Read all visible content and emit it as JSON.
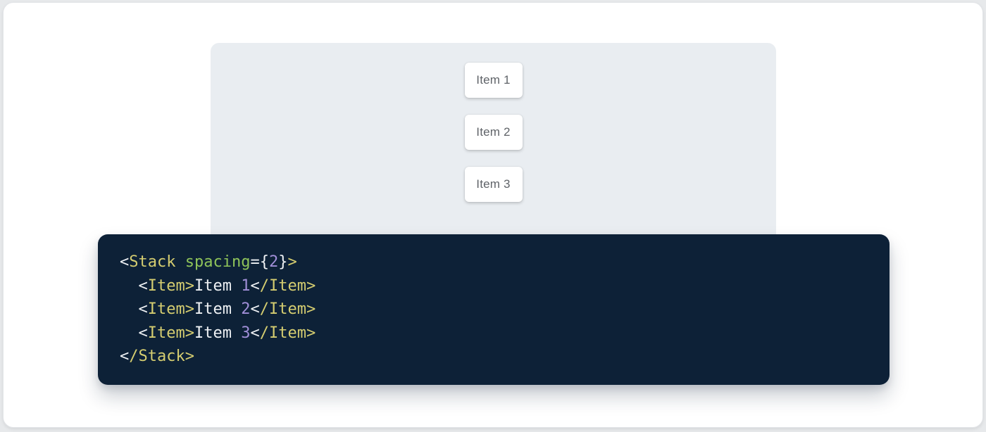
{
  "page": {
    "background": "#e7e9eb",
    "card_background": "#ffffff"
  },
  "demo": {
    "panel_background": "#e9edf1",
    "items": [
      {
        "label": "Item 1"
      },
      {
        "label": "Item 2"
      },
      {
        "label": "Item 3"
      }
    ]
  },
  "code": {
    "language": "jsx",
    "background": "#0d2137",
    "source": "<Stack spacing={2}>\n  <Item>Item 1</Item>\n  <Item>Item 2</Item>\n  <Item>Item 3</Item>\n</Stack>",
    "token_colors": {
      "punctuation": "#eef1f4",
      "plain": "#eef1f4",
      "tag": "#d5cd70",
      "attr_name": "#8fc45a",
      "number": "#a18fd8"
    },
    "lines": [
      [
        {
          "t": "<",
          "c": "punctuation"
        },
        {
          "t": "Stack",
          "c": "tag"
        },
        {
          "t": " ",
          "c": "plain"
        },
        {
          "t": "spacing",
          "c": "attr_name"
        },
        {
          "t": "=",
          "c": "punctuation"
        },
        {
          "t": "{",
          "c": "punctuation"
        },
        {
          "t": "2",
          "c": "number"
        },
        {
          "t": "}",
          "c": "punctuation"
        },
        {
          "t": ">",
          "c": "tag"
        }
      ],
      [
        {
          "t": "  ",
          "c": "plain"
        },
        {
          "t": "<",
          "c": "punctuation"
        },
        {
          "t": "Item",
          "c": "tag"
        },
        {
          "t": ">",
          "c": "tag"
        },
        {
          "t": "Item ",
          "c": "plain"
        },
        {
          "t": "1",
          "c": "number"
        },
        {
          "t": "<",
          "c": "punctuation"
        },
        {
          "t": "/Item",
          "c": "tag"
        },
        {
          "t": ">",
          "c": "tag"
        }
      ],
      [
        {
          "t": "  ",
          "c": "plain"
        },
        {
          "t": "<",
          "c": "punctuation"
        },
        {
          "t": "Item",
          "c": "tag"
        },
        {
          "t": ">",
          "c": "tag"
        },
        {
          "t": "Item ",
          "c": "plain"
        },
        {
          "t": "2",
          "c": "number"
        },
        {
          "t": "<",
          "c": "punctuation"
        },
        {
          "t": "/Item",
          "c": "tag"
        },
        {
          "t": ">",
          "c": "tag"
        }
      ],
      [
        {
          "t": "  ",
          "c": "plain"
        },
        {
          "t": "<",
          "c": "punctuation"
        },
        {
          "t": "Item",
          "c": "tag"
        },
        {
          "t": ">",
          "c": "tag"
        },
        {
          "t": "Item ",
          "c": "plain"
        },
        {
          "t": "3",
          "c": "number"
        },
        {
          "t": "<",
          "c": "punctuation"
        },
        {
          "t": "/Item",
          "c": "tag"
        },
        {
          "t": ">",
          "c": "tag"
        }
      ],
      [
        {
          "t": "<",
          "c": "punctuation"
        },
        {
          "t": "/Stack",
          "c": "tag"
        },
        {
          "t": ">",
          "c": "tag"
        }
      ]
    ]
  }
}
